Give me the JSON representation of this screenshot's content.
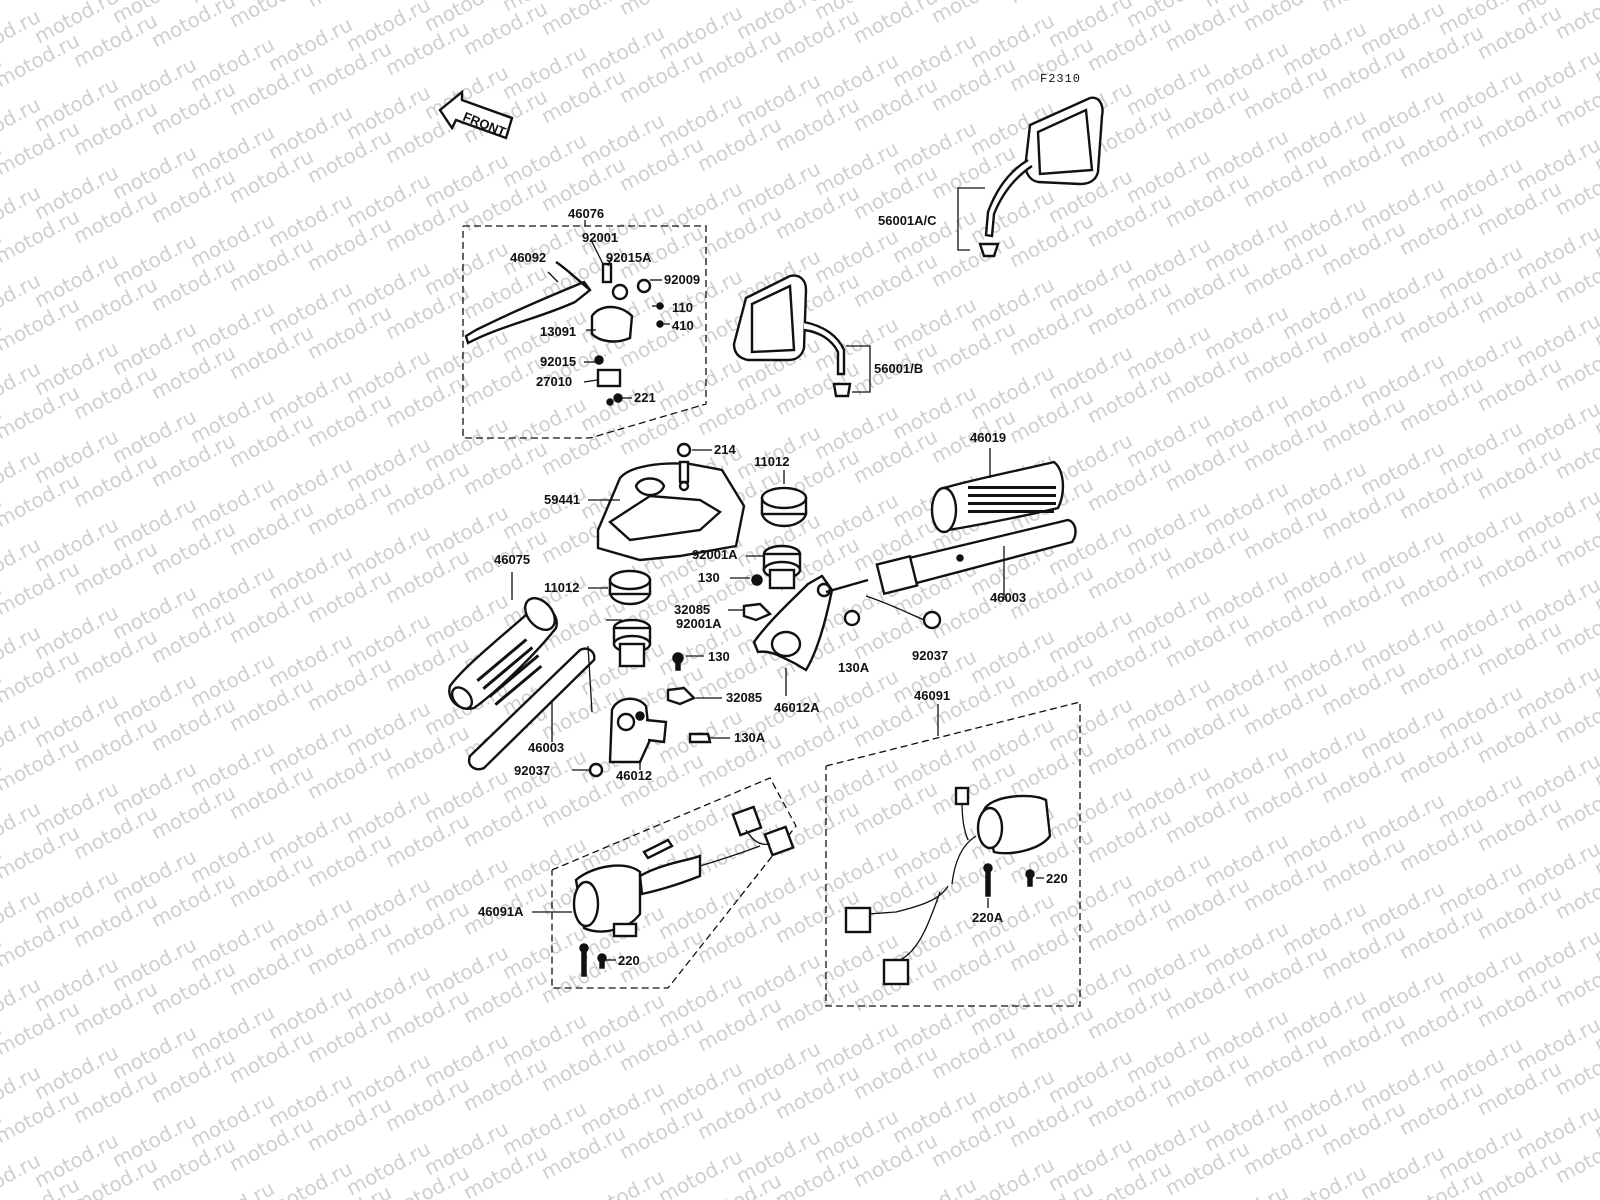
{
  "diagram_code": "F2310",
  "front_arrow_label": "FRONT",
  "watermark_text": "motod.ru",
  "labels": {
    "l46076": "46076",
    "l92001": "92001",
    "l46092": "46092",
    "l92015A": "92015A",
    "l92009": "92009",
    "l110": "110",
    "l410": "410",
    "l13091": "13091",
    "l92015": "92015",
    "l27010": "27010",
    "l221": "221",
    "l56001AC": "56001A/C",
    "l56001B": "56001/B",
    "l214": "214",
    "l59441": "59441",
    "l11012a": "11012",
    "l46019": "46019",
    "l92001Aa": "92001A",
    "l130a": "130",
    "l46003a": "46003",
    "l46075": "46075",
    "l11012b": "11012",
    "l32085a": "32085",
    "l92001Ab": "92001A",
    "l130b": "130",
    "l92037a": "92037",
    "l130Aa": "130A",
    "l32085b": "32085",
    "l46012A": "46012A",
    "l46091": "46091",
    "l130Ab": "130A",
    "l46003b": "46003",
    "l92037b": "92037",
    "l46012": "46012",
    "l46091A": "46091A",
    "l220a": "220",
    "l220A": "220A",
    "l220b": "220"
  }
}
